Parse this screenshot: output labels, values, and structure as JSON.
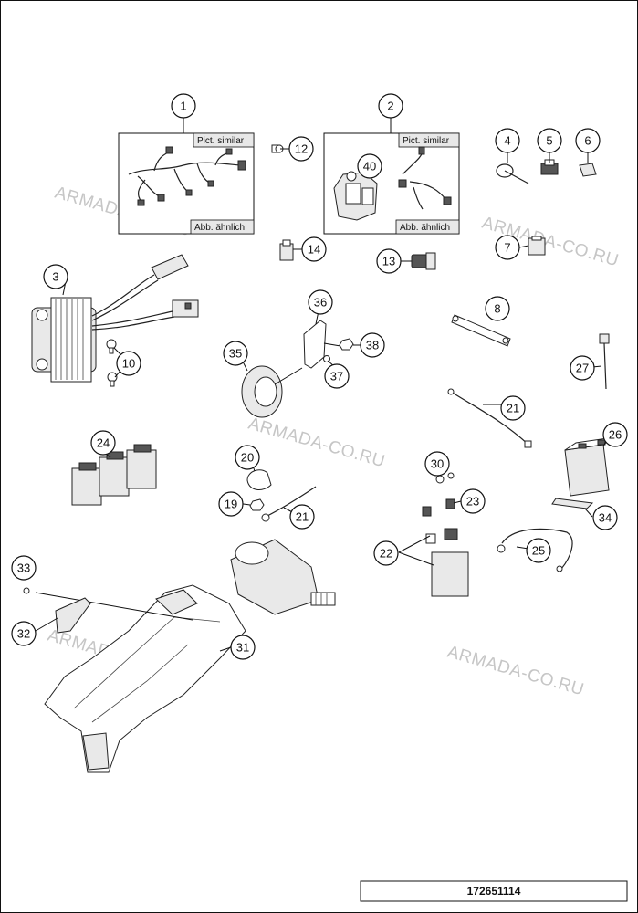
{
  "watermark": "ARMADA-CO.RU",
  "document_number": "172651114",
  "box_labels": {
    "pict_similar": "Pict. similar",
    "abb_aehnlich": "Abb. ähnlich"
  },
  "callouts": [
    "1",
    "2",
    "3",
    "4",
    "5",
    "6",
    "7",
    "8",
    "10",
    "12",
    "13",
    "14",
    "19",
    "20",
    "21",
    "22",
    "23",
    "24",
    "25",
    "26",
    "27",
    "30",
    "31",
    "32",
    "33",
    "34",
    "35",
    "36",
    "37",
    "38",
    "40"
  ]
}
